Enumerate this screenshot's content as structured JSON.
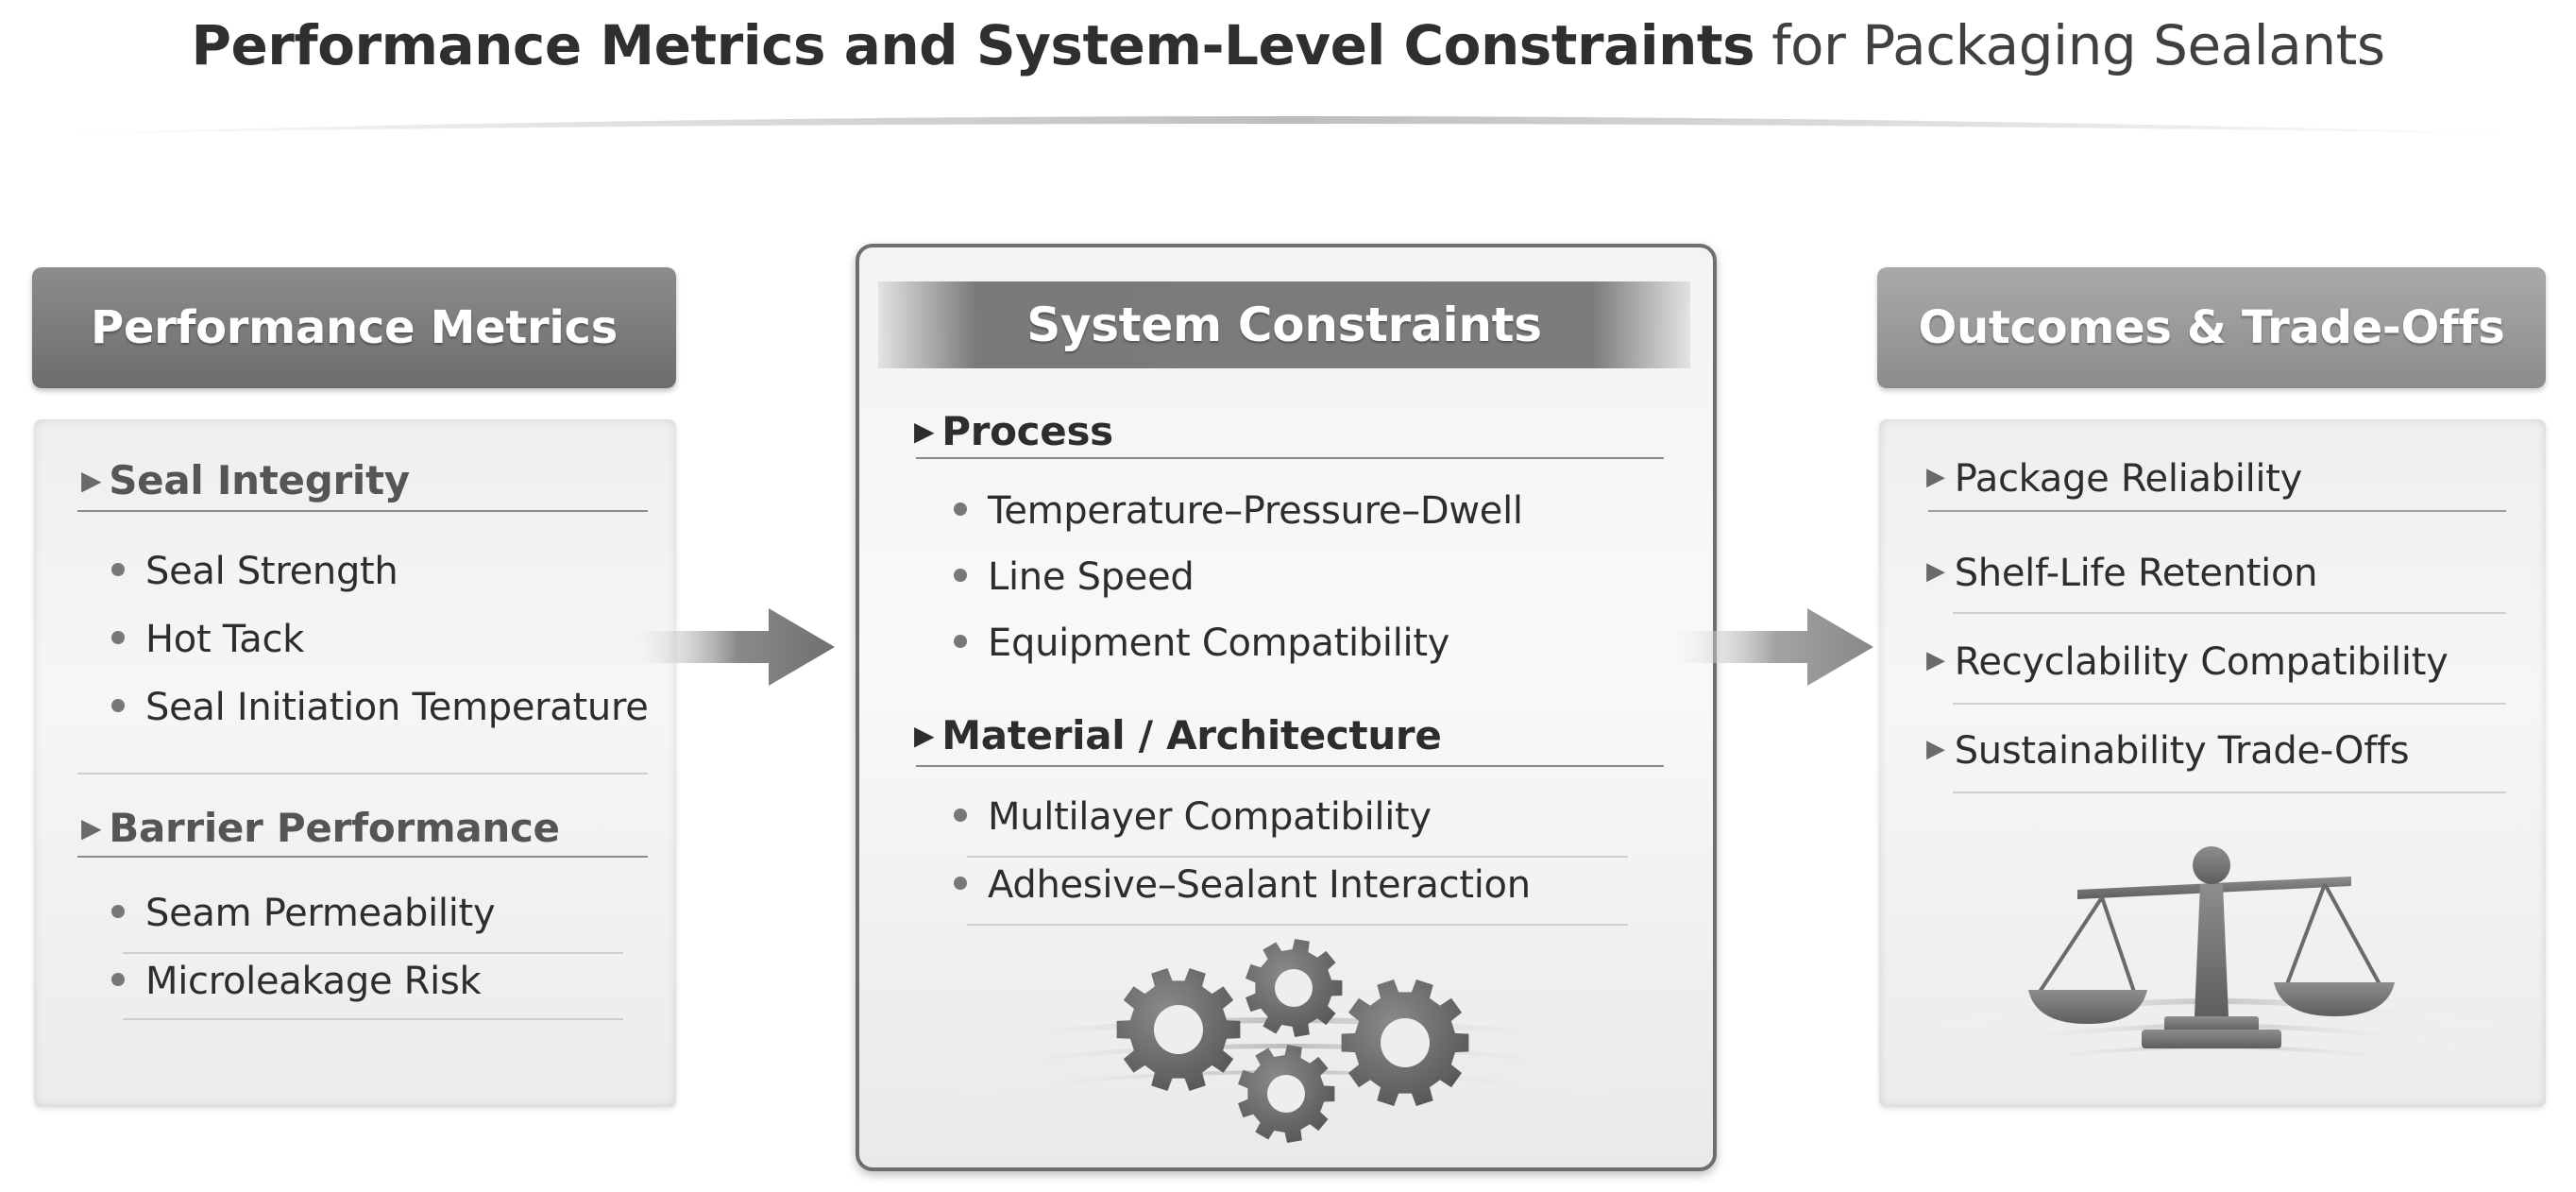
{
  "title": {
    "bold": "Performance Metrics and System-Level Constraints",
    "light": "for Packaging Sealants"
  },
  "columns": {
    "left": {
      "header": "Performance Metrics",
      "sections": [
        {
          "heading": "Seal Integrity",
          "items": [
            "Seal Strength",
            "Hot Tack",
            "Seal Initiation Temperature"
          ]
        },
        {
          "heading": "Barrier Performance",
          "items": [
            "Seam Permeability",
            "Microleakage Risk"
          ]
        }
      ]
    },
    "center": {
      "header": "System Constraints",
      "sections": [
        {
          "heading": "Process",
          "items": [
            "Temperature–Pressure–Dwell",
            "Line Speed",
            "Equipment Compatibility"
          ]
        },
        {
          "heading": "Material / Architecture",
          "items": [
            "Multilayer Compatibility",
            "Adhesive–Sealant Interaction"
          ]
        }
      ]
    },
    "right": {
      "header": "Outcomes & Trade-Offs",
      "items": [
        "Package Reliability",
        "Shelf-Life Retention",
        "Recyclability Compatibility",
        "Sustainability Trade-Offs"
      ]
    }
  },
  "icons": {
    "section_marker": "triangle-right-icon",
    "center_illustration": "gears-icon",
    "right_illustration": "balance-scale-icon",
    "flow_arrows": "arrow-right-icon"
  },
  "colors": {
    "header_dark": "#7a7a7a",
    "header_light": "#9a9a9a",
    "panel_bg": "#f2f2f2",
    "text": "#2d2d2d",
    "icon_gray": "#6f6f6f"
  }
}
